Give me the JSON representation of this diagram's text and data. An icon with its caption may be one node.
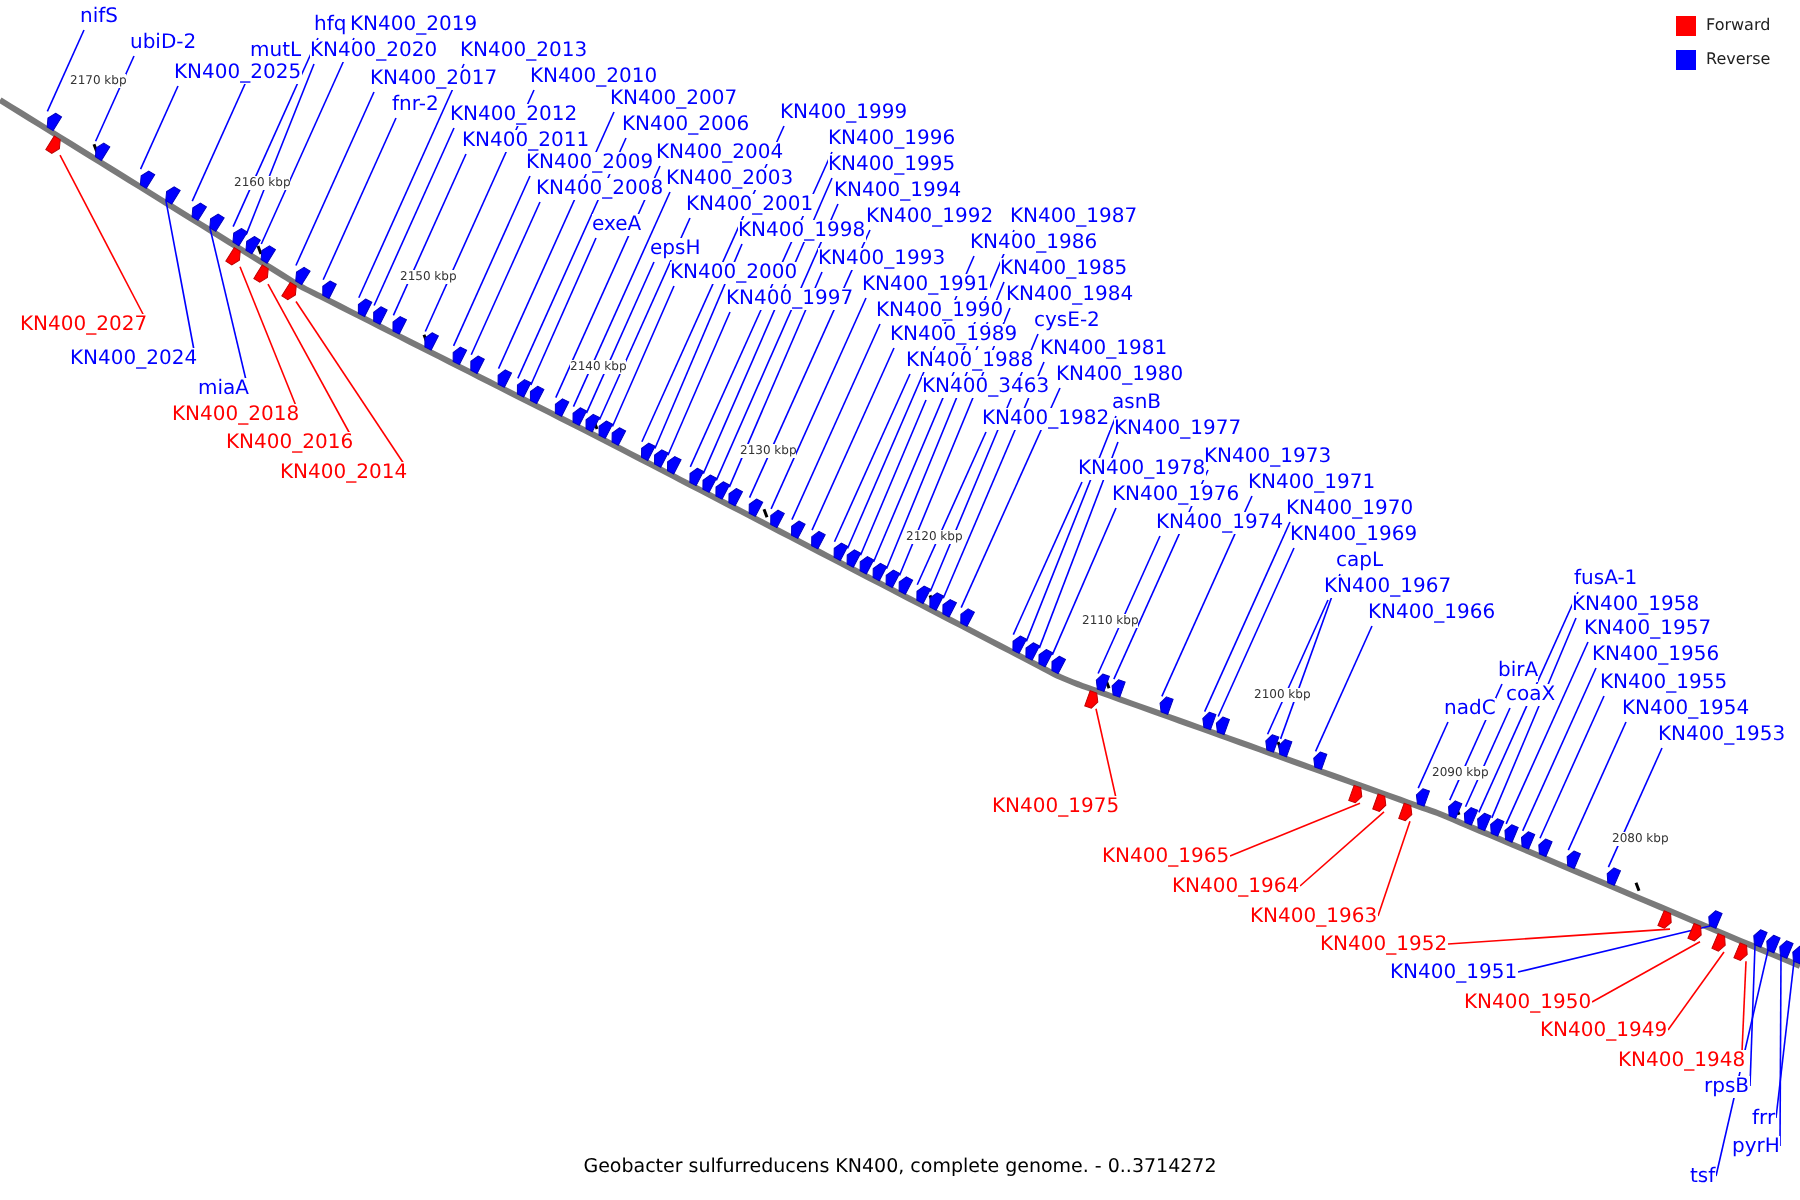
{
  "diagram": {
    "caption": "Geobacter sulfurreducens KN400, complete genome. - 0..3714272",
    "nodes": [
      {
        "text": [
          "nifS"
        ]
      },
      {
        "text": [],
        "shape": "arrow"
      },
      {
        "text": [
          "ubiD-2"
        ]
      },
      {
        "text": [],
        "shape": "arrow"
      },
      {
        "text": [
          "mutL"
        ]
      },
      {
        "text": [],
        "shape": "arrow"
      },
      {
        "text": [
          "hfq"
        ]
      },
      {
        "text": [],
        "shape": "arrow"
      },
      {
        "text": [
          "KN400_2019"
        ]
      },
      {
        "text": [],
        "shape": "arrow"
      },
      {
        "text": [
          "KN400_2020"
        ]
      },
      {
        "text": [],
        "shape": "arrow"
      },
      {
        "text": [
          "KN400_2025"
        ]
      },
      {
        "text": [],
        "shape": "arrow"
      },
      {
        "text": [
          "KN400_2017"
        ]
      },
      {
        "text": [],
        "shape": "arrow"
      },
      {
        "text": [
          "fnr-2"
        ]
      },
      {
        "text": [],
        "shape": "arrow"
      },
      {
        "text": [
          "KN400_2013"
        ]
      },
      {
        "text": [],
        "shape": "arrow"
      },
      {
        "text": [
          "KN400_2010"
        ]
      },
      {
        "text": [],
        "shape": "arrow"
      },
      {
        "text": [
          "KN400_2012"
        ]
      },
      {
        "text": [],
        "shape": "arrow"
      },
      {
        "text": [
          "KN400_2011"
        ]
      },
      {
        "text": [],
        "shape": "arrow"
      },
      {
        "text": [
          "KN400_2009"
        ]
      },
      {
        "text": [],
        "shape": "arrow"
      },
      {
        "text": [
          "KN400_2008"
        ]
      },
      {
        "text": [],
        "shape": "arrow"
      },
      {
        "text": [
          "KN400_2007"
        ]
      },
      {
        "text": [],
        "shape": "arrow"
      },
      {
        "text": [
          "KN400_2006"
        ]
      },
      {
        "text": [],
        "shape": "arrow"
      },
      {
        "text": [
          "KN400_2004"
        ]
      },
      {
        "text": [],
        "shape": "arrow"
      },
      {
        "text": [
          "KN400_2003"
        ]
      },
      {
        "text": [],
        "shape": "arrow"
      },
      {
        "text": [
          "KN400_2001"
        ]
      },
      {
        "text": [],
        "shape": "arrow"
      },
      {
        "text": [
          "exeA"
        ]
      },
      {
        "text": [],
        "shape": "arrow"
      },
      {
        "text": [
          "epsH"
        ]
      },
      {
        "text": [],
        "shape": "arrow"
      },
      {
        "text": [
          "KN400_1998"
        ]
      },
      {
        "text": [],
        "shape": "arrow"
      },
      {
        "text": [
          "KN400_2000"
        ]
      },
      {
        "text": [],
        "shape": "arrow"
      },
      {
        "text": [
          "KN400_1997"
        ]
      },
      {
        "text": [],
        "shape": "arrow"
      },
      {
        "text": [
          "KN400_1999"
        ]
      },
      {
        "text": [],
        "shape": "arrow"
      },
      {
        "text": [
          "KN400_1996"
        ]
      },
      {
        "text": [],
        "shape": "arrow"
      },
      {
        "text": [
          "KN400_1995"
        ]
      },
      {
        "text": [],
        "shape": "arrow"
      },
      {
        "text": [
          "KN400_1994"
        ]
      },
      {
        "text": [],
        "shape": "arrow"
      },
      {
        "text": [
          "KN400_1992"
        ]
      },
      {
        "text": [],
        "shape": "arrow"
      },
      {
        "text": [
          "KN400_1993"
        ]
      },
      {
        "text": [],
        "shape": "arrow"
      },
      {
        "text": [
          "KN400_1991"
        ]
      },
      {
        "text": [],
        "shape": "arrow"
      },
      {
        "text": [
          "KN400_1990"
        ]
      },
      {
        "text": [],
        "shape": "arrow"
      },
      {
        "text": [
          "KN400_1989"
        ]
      },
      {
        "text": [],
        "shape": "arrow"
      },
      {
        "text": [
          "KN400_1988"
        ]
      },
      {
        "text": [],
        "shape": "arrow"
      },
      {
        "text": [
          "KN400_3463"
        ]
      },
      {
        "text": [],
        "shape": "arrow"
      },
      {
        "text": [
          "KN400_1982"
        ]
      },
      {
        "text": [],
        "shape": "arrow"
      },
      {
        "text": [
          "KN400_1987"
        ]
      },
      {
        "text": [],
        "shape": "arrow"
      },
      {
        "text": [
          "KN400_1986"
        ]
      },
      {
        "text": [],
        "shape": "arrow"
      },
      {
        "text": [
          "KN400_1985"
        ]
      },
      {
        "text": [],
        "shape": "arrow"
      },
      {
        "text": [
          "KN400_1984"
        ]
      },
      {
        "text": [],
        "shape": "arrow"
      },
      {
        "text": [
          "cysE-2"
        ]
      },
      {
        "text": [],
        "shape": "arrow"
      },
      {
        "text": [
          "KN400_1981"
        ]
      },
      {
        "text": [],
        "shape": "arrow"
      },
      {
        "text": [
          "KN400_1980"
        ]
      },
      {
        "text": [],
        "shape": "arrow"
      },
      {
        "text": [
          "asnB"
        ]
      },
      {
        "text": [],
        "shape": "arrow"
      },
      {
        "text": [
          "KN400_1977"
        ]
      },
      {
        "text": [],
        "shape": "arrow"
      },
      {
        "text": [
          "KN400_1978"
        ]
      },
      {
        "text": [],
        "shape": "arrow"
      },
      {
        "text": [
          "KN400_1976"
        ]
      },
      {
        "text": [],
        "shape": "arrow"
      },
      {
        "text": [
          "KN400_1974"
        ]
      },
      {
        "text": [],
        "shape": "arrow"
      },
      {
        "text": [
          "KN400_1973"
        ]
      },
      {
        "text": [],
        "shape": "arrow"
      },
      {
        "text": [
          "KN400_1971"
        ]
      },
      {
        "text": [],
        "shape": "arrow"
      },
      {
        "text": [
          "KN400_1970"
        ]
      },
      {
        "text": [],
        "shape": "arrow"
      },
      {
        "text": [
          "KN400_1969"
        ]
      },
      {
        "text": [],
        "shape": "arrow"
      },
      {
        "text": [
          "capL"
        ]
      },
      {
        "text": [],
        "shape": "arrow"
      },
      {
        "text": [
          "KN400_1967"
        ]
      },
      {
        "text": [],
        "shape": "arrow"
      },
      {
        "text": [
          "KN400_1966"
        ]
      },
      {
        "text": [],
        "shape": "arrow"
      },
      {
        "text": [
          "fusA-1"
        ]
      },
      {
        "text": [],
        "shape": "arrow"
      },
      {
        "text": [
          "KN400_1958"
        ]
      },
      {
        "text": [],
        "shape": "arrow"
      },
      {
        "text": [
          "KN400_1957"
        ]
      },
      {
        "text": [],
        "shape": "arrow"
      },
      {
        "text": [
          "KN400_1956"
        ]
      },
      {
        "text": [],
        "shape": "arrow"
      },
      {
        "text": [
          "KN400_1955"
        ]
      },
      {
        "text": [],
        "shape": "arrow"
      },
      {
        "text": [
          "KN400_1954"
        ]
      },
      {
        "text": [],
        "shape": "arrow"
      },
      {
        "text": [
          "KN400_1953"
        ]
      },
      {
        "text": [],
        "shape": "arrow"
      },
      {
        "text": [
          "birA"
        ]
      },
      {
        "text": [],
        "shape": "arrow"
      },
      {
        "text": [
          "coaX"
        ]
      },
      {
        "text": [],
        "shape": "arrow"
      },
      {
        "text": [
          "nadC"
        ]
      },
      {
        "text": [],
        "shape": "arrow"
      },
      {
        "text": [
          "KN400_2027"
        ]
      },
      {
        "text": [],
        "shape": "arrow"
      },
      {
        "text": [
          "KN400_2024"
        ]
      },
      {
        "text": [],
        "shape": "arrow"
      },
      {
        "text": [
          "miaA"
        ]
      },
      {
        "text": [],
        "shape": "arrow"
      },
      {
        "text": [
          "KN400_2018"
        ]
      },
      {
        "text": [],
        "shape": "arrow"
      },
      {
        "text": [
          "KN400_2016"
        ]
      },
      {
        "text": [],
        "shape": "arrow"
      },
      {
        "text": [
          "KN400_2014"
        ]
      },
      {
        "text": [],
        "shape": "arrow"
      },
      {
        "text": [
          "KN400_1975"
        ]
      },
      {
        "text": [],
        "shape": "arrow"
      },
      {
        "text": [
          "KN400_1965"
        ]
      },
      {
        "text": [],
        "shape": "arrow"
      },
      {
        "text": [
          "KN400_1964"
        ]
      },
      {
        "text": [],
        "shape": "arrow"
      },
      {
        "text": [
          "KN400_1963"
        ]
      },
      {
        "text": [],
        "shape": "arrow"
      },
      {
        "text": [
          "KN400_1952"
        ]
      },
      {
        "text": [],
        "shape": "arrow"
      },
      {
        "text": [
          "KN400_1951"
        ]
      },
      {
        "text": [],
        "shape": "arrow"
      },
      {
        "text": [
          "KN400_1950"
        ]
      },
      {
        "text": [],
        "shape": "arrow"
      },
      {
        "text": [
          "KN400_1949"
        ]
      },
      {
        "text": [],
        "shape": "arrow"
      },
      {
        "text": [
          "KN400_1948"
        ]
      },
      {
        "text": [],
        "shape": "arrow"
      },
      {
        "text": [
          "rpsB"
        ]
      },
      {
        "text": [],
        "shape": "arrow"
      },
      {
        "text": [
          "frr"
        ]
      },
      {
        "text": [],
        "shape": "arrow"
      },
      {
        "text": [
          "pyrH"
        ]
      },
      {
        "text": [],
        "shape": "arrow"
      },
      {
        "text": [
          "tsf"
        ]
      },
      {
        "text": [],
        "shape": "arrow"
      }
    ],
    "edges": [
      {
        "from": 0,
        "to": 1,
        "arrow": "none"
      },
      {
        "from": 2,
        "to": 3,
        "arrow": "none"
      },
      {
        "from": 4,
        "to": 5,
        "arrow": "none"
      },
      {
        "from": 6,
        "to": 7,
        "arrow": "none"
      },
      {
        "from": 8,
        "to": 9,
        "arrow": "none"
      },
      {
        "from": 10,
        "to": 11,
        "arrow": "none"
      },
      {
        "from": 12,
        "to": 13,
        "arrow": "none"
      },
      {
        "from": 14,
        "to": 15,
        "arrow": "none"
      },
      {
        "from": 16,
        "to": 17,
        "arrow": "none"
      },
      {
        "from": 18,
        "to": 19,
        "arrow": "none"
      },
      {
        "from": 20,
        "to": 21,
        "arrow": "none"
      },
      {
        "from": 22,
        "to": 23,
        "arrow": "none"
      },
      {
        "from": 24,
        "to": 25,
        "arrow": "none"
      },
      {
        "from": 26,
        "to": 27,
        "arrow": "none"
      },
      {
        "from": 28,
        "to": 29,
        "arrow": "none"
      },
      {
        "from": 30,
        "to": 31,
        "arrow": "none"
      },
      {
        "from": 32,
        "to": 33,
        "arrow": "none"
      },
      {
        "from": 34,
        "to": 35,
        "arrow": "none"
      },
      {
        "from": 36,
        "to": 37,
        "arrow": "none"
      },
      {
        "from": 38,
        "to": 39,
        "arrow": "none"
      },
      {
        "from": 40,
        "to": 41,
        "arrow": "none"
      },
      {
        "from": 42,
        "to": 43,
        "arrow": "none"
      },
      {
        "from": 44,
        "to": 45,
        "arrow": "none"
      },
      {
        "from": 46,
        "to": 47,
        "arrow": "none"
      },
      {
        "from": 48,
        "to": 49,
        "arrow": "none"
      },
      {
        "from": 50,
        "to": 51,
        "arrow": "none"
      },
      {
        "from": 52,
        "to": 53,
        "arrow": "none"
      },
      {
        "from": 54,
        "to": 55,
        "arrow": "none"
      },
      {
        "from": 56,
        "to": 57,
        "arrow": "none"
      },
      {
        "from": 58,
        "to": 59,
        "arrow": "none"
      },
      {
        "from": 60,
        "to": 61,
        "arrow": "none"
      },
      {
        "from": 62,
        "to": 63,
        "arrow": "none"
      },
      {
        "from": 64,
        "to": 65,
        "arrow": "none"
      },
      {
        "from": 66,
        "to": 67,
        "arrow": "none"
      },
      {
        "from": 68,
        "to": 69,
        "arrow": "none"
      },
      {
        "from": 70,
        "to": 71,
        "arrow": "none"
      },
      {
        "from": 72,
        "to": 73,
        "arrow": "none"
      },
      {
        "from": 74,
        "to": 75,
        "arrow": "none"
      },
      {
        "from": 76,
        "to": 77,
        "arrow": "none"
      },
      {
        "from": 78,
        "to": 79,
        "arrow": "none"
      },
      {
        "from": 80,
        "to": 81,
        "arrow": "none"
      },
      {
        "from": 82,
        "to": 83,
        "arrow": "none"
      },
      {
        "from": 84,
        "to": 85,
        "arrow": "none"
      },
      {
        "from": 86,
        "to": 87,
        "arrow": "none"
      },
      {
        "from": 88,
        "to": 89,
        "arrow": "none"
      },
      {
        "from": 90,
        "to": 91,
        "arrow": "none"
      },
      {
        "from": 92,
        "to": 93,
        "arrow": "none"
      },
      {
        "from": 94,
        "to": 95,
        "arrow": "none"
      },
      {
        "from": 96,
        "to": 97,
        "arrow": "none"
      },
      {
        "from": 98,
        "to": 99,
        "arrow": "none"
      },
      {
        "from": 100,
        "to": 101,
        "arrow": "none"
      },
      {
        "from": 102,
        "to": 103,
        "arrow": "none"
      },
      {
        "from": 104,
        "to": 105,
        "arrow": "none"
      },
      {
        "from": 106,
        "to": 107,
        "arrow": "none"
      },
      {
        "from": 108,
        "to": 109,
        "arrow": "none"
      },
      {
        "from": 110,
        "to": 111,
        "arrow": "none"
      },
      {
        "from": 112,
        "to": 113,
        "arrow": "none"
      },
      {
        "from": 114,
        "to": 115,
        "arrow": "none"
      },
      {
        "from": 116,
        "to": 117,
        "arrow": "none"
      },
      {
        "from": 118,
        "to": 119,
        "arrow": "none"
      },
      {
        "from": 120,
        "to": 121,
        "arrow": "none"
      },
      {
        "from": 122,
        "to": 123,
        "arrow": "none"
      },
      {
        "from": 124,
        "to": 125,
        "arrow": "none"
      },
      {
        "from": 126,
        "to": 127,
        "arrow": "none"
      },
      {
        "from": 128,
        "to": 129,
        "arrow": "none"
      },
      {
        "from": 130,
        "to": 131,
        "arrow": "none"
      },
      {
        "from": 132,
        "to": 133,
        "arrow": "none",
        "color": "#ff0000"
      },
      {
        "from": 134,
        "to": 135,
        "arrow": "none"
      },
      {
        "from": 136,
        "to": 137,
        "arrow": "none"
      },
      {
        "from": 138,
        "to": 139,
        "arrow": "none",
        "color": "#ff0000"
      },
      {
        "from": 140,
        "to": 141,
        "arrow": "none",
        "color": "#ff0000"
      },
      {
        "from": 142,
        "to": 143,
        "arrow": "none",
        "color": "#ff0000"
      },
      {
        "from": 144,
        "to": 145,
        "arrow": "none",
        "color": "#ff0000"
      },
      {
        "from": 146,
        "to": 147,
        "arrow": "none",
        "color": "#ff0000"
      },
      {
        "from": 148,
        "to": 149,
        "arrow": "none",
        "color": "#ff0000"
      },
      {
        "from": 150,
        "to": 151,
        "arrow": "none",
        "color": "#ff0000"
      },
      {
        "from": 152,
        "to": 153,
        "arrow": "none",
        "color": "#ff0000"
      },
      {
        "from": 154,
        "to": 155,
        "arrow": "none"
      },
      {
        "from": 156,
        "to": 157,
        "arrow": "none",
        "color": "#ff0000"
      },
      {
        "from": 158,
        "to": 159,
        "arrow": "none",
        "color": "#ff0000"
      },
      {
        "from": 160,
        "to": 161,
        "arrow": "none",
        "color": "#ff0000"
      },
      {
        "from": 162,
        "to": 163,
        "arrow": "none"
      },
      {
        "from": 164,
        "to": 165,
        "arrow": "none"
      },
      {
        "from": 166,
        "to": 167,
        "arrow": "none"
      },
      {
        "from": 168,
        "to": 169,
        "arrow": "none"
      }
    ],
    "labels": [
      "2170 kbp",
      "2160 kbp",
      "2150 kbp",
      "2140 kbp",
      "2130 kbp",
      "2120 kbp",
      "2110 kbp",
      "2100 kbp",
      "2090 kbp",
      "2080 kbp"
    ],
    "legend": [
      {
        "text": "Forward",
        "color": "#ff0000"
      },
      {
        "text": "Reverse",
        "color": "#0000ff"
      }
    ]
  }
}
